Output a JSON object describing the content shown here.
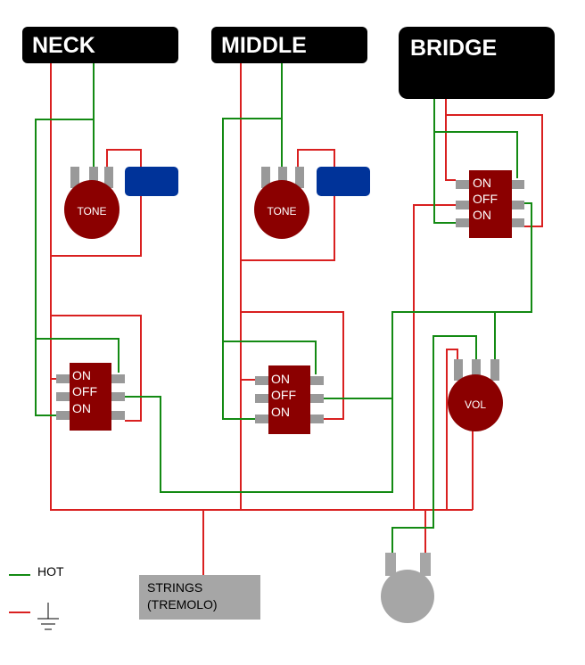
{
  "pickups": {
    "neck": "NECK",
    "middle": "MIDDLE",
    "bridge": "BRIDGE"
  },
  "switch_labels": {
    "on_top": "ON",
    "off": "OFF",
    "on_bottom": "ON"
  },
  "pots": {
    "neck_tone": "TONE",
    "middle_tone": "TONE",
    "volume": "VOL"
  },
  "strings_box": {
    "line1": "STRINGS",
    "line2": "(TREMOLO)"
  },
  "legend": {
    "hot": "HOT"
  },
  "colors": {
    "hot_wire": "#138a13",
    "ground_wire": "#d92020",
    "pickup_body": "#000000",
    "pot_body": "#8b0000",
    "switch_body": "#8b0000",
    "capacitor": "#003399",
    "lug": "#999999",
    "strings_box": "#a6a6a6",
    "jack": "#a6a6a6"
  },
  "icons": [
    "ground-symbol-icon",
    "output-jack-icon",
    "capacitor-icon"
  ]
}
